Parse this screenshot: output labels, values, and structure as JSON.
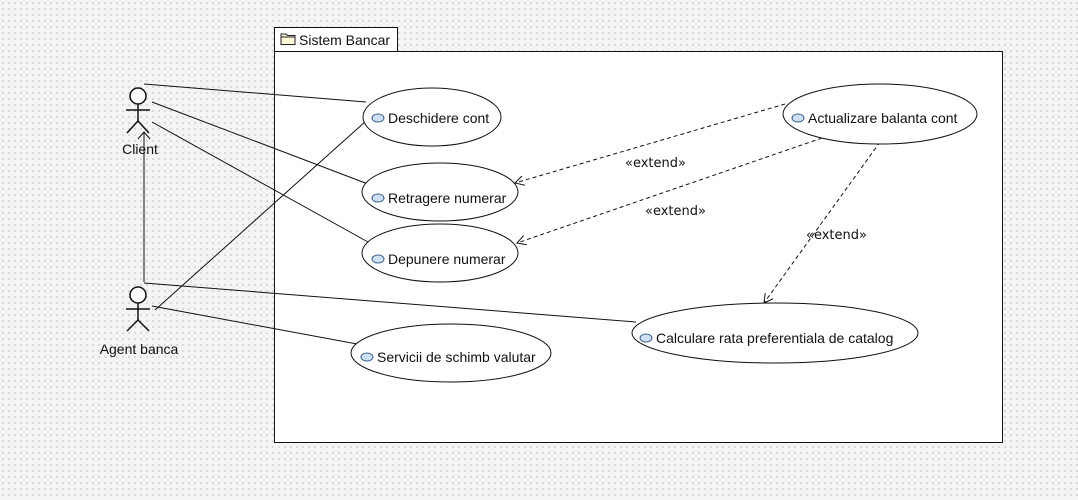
{
  "package": {
    "title": "Sistem Bancar",
    "icon": "folder-icon"
  },
  "actors": {
    "client": {
      "label": "Client"
    },
    "agent": {
      "label": "Agent banca"
    }
  },
  "use_cases": {
    "deschidere": "Deschidere cont",
    "retragere": "Retragere numerar",
    "depunere": "Depunere numerar",
    "actualizare": "Actualizare balanta cont",
    "calculare": "Calculare rata preferentiala de catalog",
    "servicii": "Servicii de schimb valutar"
  },
  "relations": {
    "extend_1": "«extend»",
    "extend_2": "«extend»",
    "extend_3": "«extend»"
  },
  "colors": {
    "usecase_icon_fill": "#cfe2f5",
    "usecase_icon_stroke": "#3b5f8a",
    "line": "#111111"
  }
}
